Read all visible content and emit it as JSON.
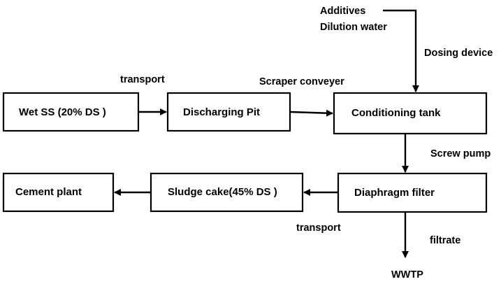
{
  "diagram": {
    "nodes": {
      "wet_ss": "Wet SS (20% DS )",
      "discharging_pit": "Discharging Pit",
      "conditioning_tank": "Conditioning tank",
      "diaphragm_filter": "Diaphragm filter",
      "sludge_cake": "Sludge cake(45% DS )",
      "cement_plant": "Cement plant"
    },
    "edge_labels": {
      "transport_top": "transport",
      "scraper_conveyer": "Scraper conveyer",
      "additives": "Additives",
      "dilution_water": "Dilution water",
      "dosing_device": "Dosing device",
      "screw_pump": "Screw pump",
      "transport_bottom": "transport",
      "filtrate": "filtrate",
      "wwtp": "WWTP"
    },
    "colors": {
      "stroke": "#000000",
      "background": "#ffffff",
      "text": "#000000"
    }
  }
}
